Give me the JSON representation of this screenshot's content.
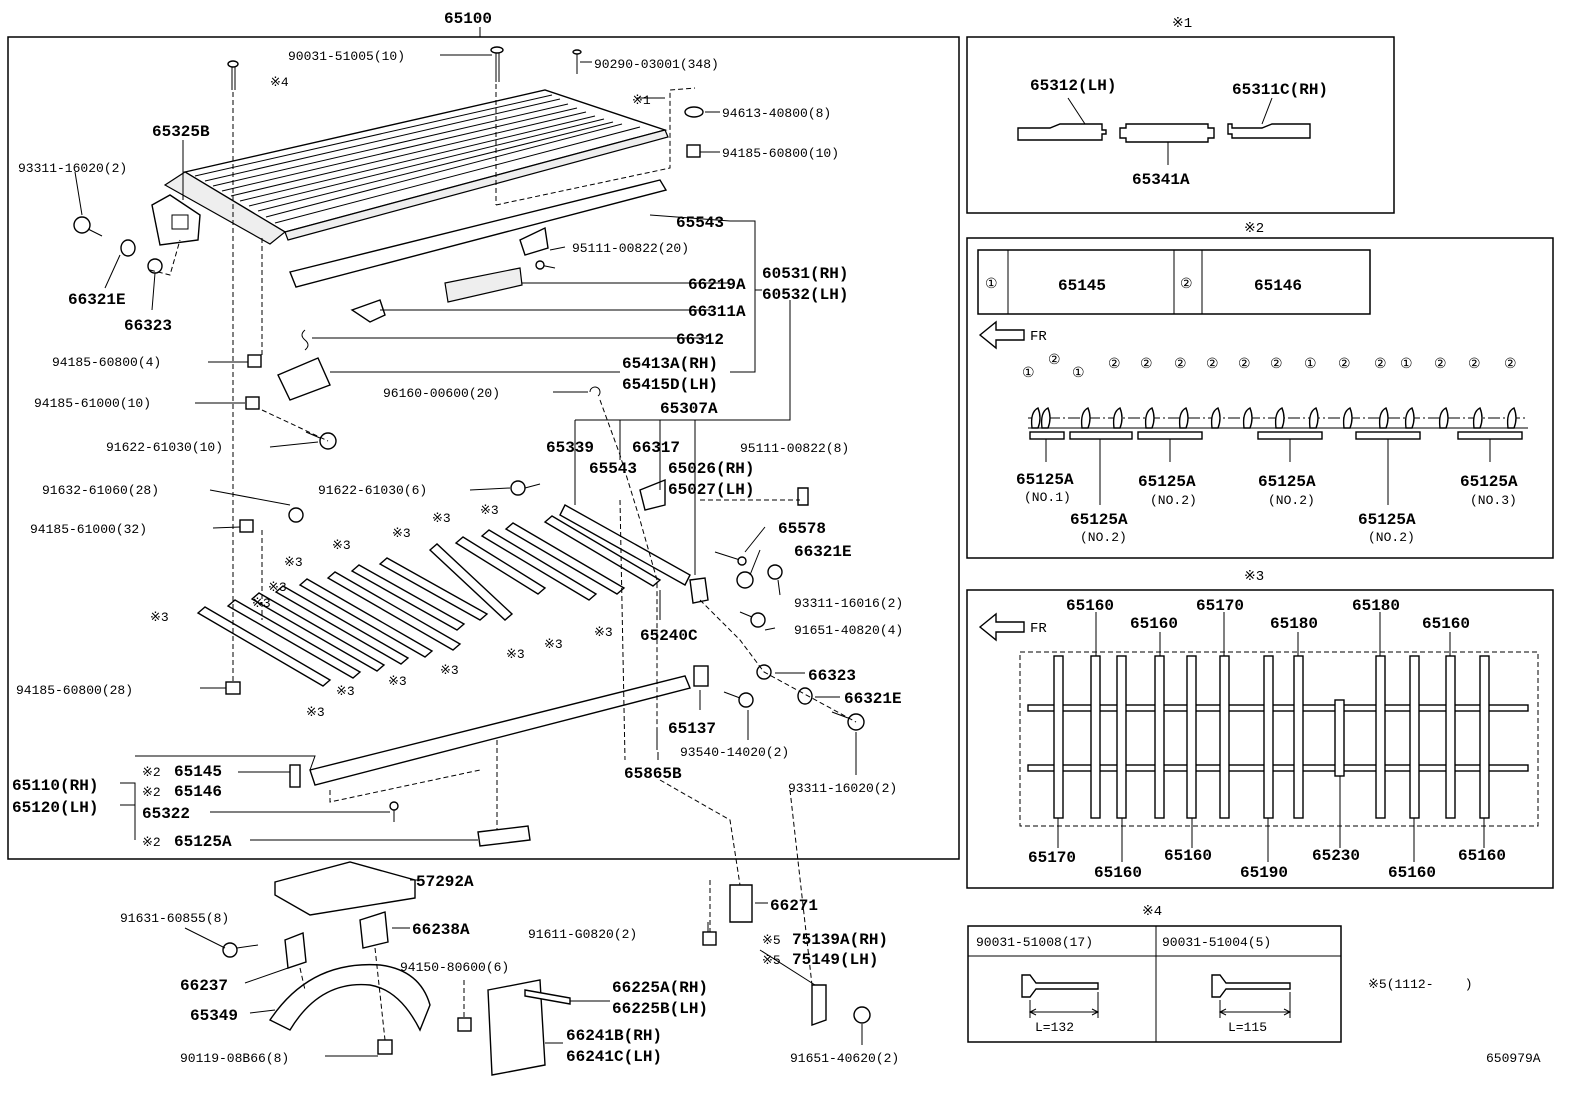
{
  "main": {
    "assembly": "65100",
    "labels": {
      "bolt_90031_51005": "90031-51005(10)",
      "screw_90290_03001": "90290-03001(348)",
      "note4_ref": "※4",
      "note1_ref": "※1",
      "washer_94613": "94613-40800(8)",
      "nut_94185_60800_10": "94185-60800(10)",
      "bracket_65325b": "65325B",
      "bolt_93311_16020_top": "93311-16020(2)",
      "rail_65543_top": "65543",
      "bolt_95111_20": "95111-00822(20)",
      "protector_66219a": "66219A",
      "sill_rh": "60531(RH)",
      "sill_lh": "60532(LH)",
      "hook_66311a": "66311A",
      "clip_66312": "66312",
      "plate_rh": "65413A(RH)",
      "plate_lh": "65415D(LH)",
      "collar_66321e_left": "66321E",
      "washer_66323_left": "66323",
      "nut_94185_60800_4": "94185-60800(4)",
      "nut_94185_61000_10": "94185-61000(10)",
      "pin_96160": "96160-00600(20)",
      "bolt_91622_61030_10": "91622-61030(10)",
      "rail_65307a": "65307A",
      "rail_65339": "65339",
      "part_66317": "66317",
      "bolt_95111_8": "95111-00822(8)",
      "rail_65543_mid": "65543",
      "hinge_rh": "65026(RH)",
      "hinge_lh": "65027(LH)",
      "bolt_91632": "91632-61060(28)",
      "bolt_91622_61030_6": "91622-61030(6)",
      "nut_94185_61000_32": "94185-61000(32)",
      "pin_65578": "65578",
      "collar_66321e_right": "66321E",
      "bolt_93311_16016": "93311-16016(2)",
      "bar_65240c": "65240C",
      "bolt_91651_40820": "91651-40820(4)",
      "note3": "※3",
      "washer_66323_right": "66323",
      "collar_66321e_right2": "66321E",
      "nut_94185_60800_28": "94185-60800(28)",
      "block_65137": "65137",
      "bolt_93540": "93540-14020(2)",
      "bolt_93311_16020_bottom": "93311-16020(2)",
      "side_rh": "65110(RH)",
      "side_lh": "65120(LH)",
      "ref2_65145": "65145",
      "ref2_65146": "65146",
      "note2": "※2",
      "screw_65322": "65322",
      "ref2_65125a": "65125A",
      "pin_65865b": "65865B",
      "cover_57292a": "57292A",
      "bolt_91631": "91631-60855(8)",
      "bracket_66238a": "66238A",
      "bracket_66271": "66271",
      "bolt_91611": "91611-G0820(2)",
      "bracket_66237": "66237",
      "note5": "※5",
      "bracket_75139a": "75139A(RH)",
      "bracket_75149": "75149(LH)",
      "nut_94150": "94150-80600(6)",
      "bracket_66225a": "66225A(RH)",
      "bracket_66225b": "66225B(LH)",
      "fender_65349": "65349",
      "flap_66241b": "66241B(RH)",
      "flap_66241c": "66241C(LH)",
      "bolt_90119": "90119-08B66(8)",
      "bolt_91651_40620": "91651-40620(2)"
    }
  },
  "note1": {
    "title": "※1",
    "left": "65312(LH)",
    "right": "65311C(RH)",
    "center": "65341A"
  },
  "note2": {
    "title": "※2",
    "legend": [
      {
        "symbol": "①",
        "part": "65145"
      },
      {
        "symbol": "②",
        "part": "65146"
      }
    ],
    "direction": "FR",
    "markers": [
      "①",
      "②",
      "①",
      "②",
      "②",
      "②",
      "②",
      "②",
      "②",
      "①",
      "②",
      "②",
      "①",
      "②",
      "②",
      "②"
    ],
    "parts": [
      {
        "num": "65125A",
        "sub": "(NO.1)"
      },
      {
        "num": "65125A",
        "sub": "(NO.2)"
      },
      {
        "num": "65125A",
        "sub": "(NO.2)"
      },
      {
        "num": "65125A",
        "sub": "(NO.2)"
      },
      {
        "num": "65125A",
        "sub": "(NO.2)"
      },
      {
        "num": "65125A",
        "sub": "(NO.3)"
      }
    ]
  },
  "note3": {
    "title": "※3",
    "direction": "FR",
    "top_labels": [
      "65160",
      "65160",
      "65170",
      "65180",
      "65180",
      "65160"
    ],
    "bottom_labels": [
      "65170",
      "65160",
      "65160",
      "65190",
      "65230",
      "65160",
      "65160"
    ]
  },
  "note4": {
    "title": "※4",
    "col1": {
      "part": "90031-51008(17)",
      "length": "L=132"
    },
    "col2": {
      "part": "90031-51004(5)",
      "length": "L=115"
    }
  },
  "note5": {
    "text": "※5(1112-    )"
  },
  "illustration_id": "650979A"
}
